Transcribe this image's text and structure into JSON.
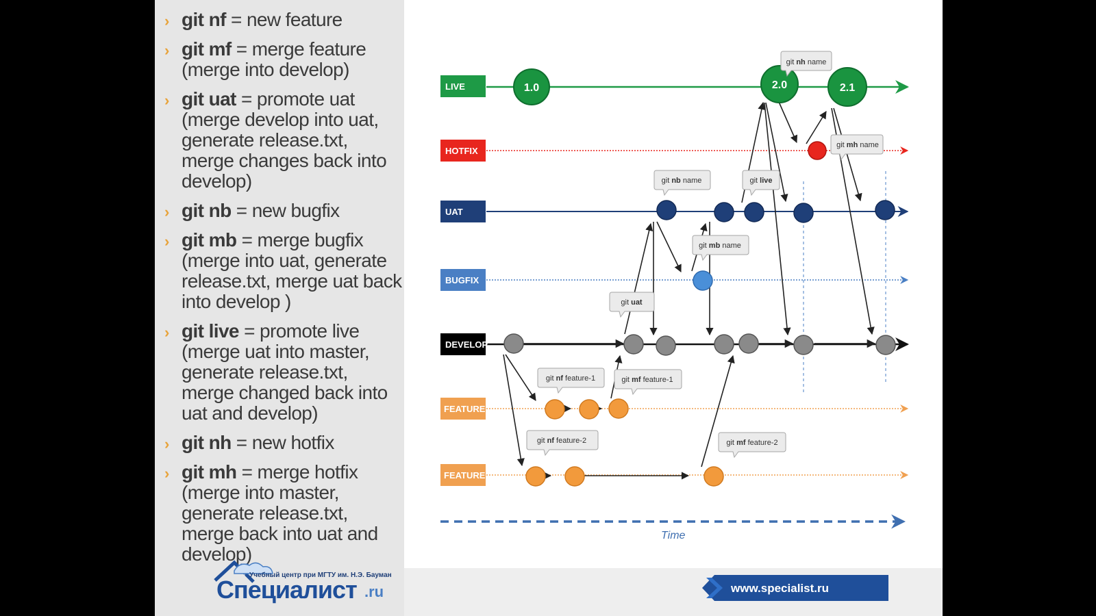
{
  "commands": [
    {
      "cmd": "git nf",
      "desc": " = new feature"
    },
    {
      "cmd": "git mf",
      "desc": " = merge feature (merge into develop)"
    },
    {
      "cmd": "git uat",
      "desc": " = promote uat (merge develop into uat, generate release.txt, merge changes back into develop)"
    },
    {
      "cmd": "git nb",
      "desc": " = new bugfix"
    },
    {
      "cmd": "git mb",
      "desc": " = merge bugfix (merge into uat, generate release.txt, merge uat back into develop )"
    },
    {
      "cmd": "git live",
      "desc": " = promote live (merge uat into master, generate release.txt, merge changed back into uat and develop)"
    },
    {
      "cmd": "git nh",
      "desc": " = new hotfix"
    },
    {
      "cmd": "git mh",
      "desc": " = merge hotfix (merge into master, generate release.txt, merge back into uat and develop)"
    }
  ],
  "lanes": {
    "live": "LIVE",
    "hotfix": "HOTFIX",
    "uat": "UAT",
    "bugfix": "BUGFIX",
    "develop": "DEVELOP",
    "feature1": "FEATURE",
    "feature2": "FEATURE"
  },
  "versions": {
    "v1": "1.0",
    "v2": "2.0",
    "v3": "2.1"
  },
  "callouts": {
    "nh": {
      "pre": "git ",
      "cmd": "nh",
      "post": " name"
    },
    "mh": {
      "pre": "git ",
      "cmd": "mh",
      "post": " name"
    },
    "nb": {
      "pre": "git ",
      "cmd": "nb",
      "post": " name"
    },
    "live": {
      "pre": "git ",
      "cmd": "live",
      "post": ""
    },
    "mb": {
      "pre": "git ",
      "cmd": "mb",
      "post": " name"
    },
    "uat": {
      "pre": "git ",
      "cmd": "uat",
      "post": ""
    },
    "nf1": {
      "pre": "git ",
      "cmd": "nf",
      "post": " feature-1"
    },
    "mf1": {
      "pre": "git ",
      "cmd": "mf",
      "post": " feature-1"
    },
    "nf2": {
      "pre": "git ",
      "cmd": "nf",
      "post": " feature-2"
    },
    "mf2": {
      "pre": "git ",
      "cmd": "mf",
      "post": " feature-2"
    }
  },
  "time_label": "Time",
  "logo": {
    "subtitle": "Учебный центр при МГТУ им. Н.Э. Баумана",
    "name": "Специалист",
    "tld": ".ru"
  },
  "url": "www.specialist.ru",
  "colors": {
    "live": "#1e9a46",
    "hotfix": "#e8261e",
    "uat": "#1f3f78",
    "bugfix": "#4a7fc4",
    "develop": "#000000",
    "feature": "#f0a050",
    "accent": "#e8a33a"
  }
}
